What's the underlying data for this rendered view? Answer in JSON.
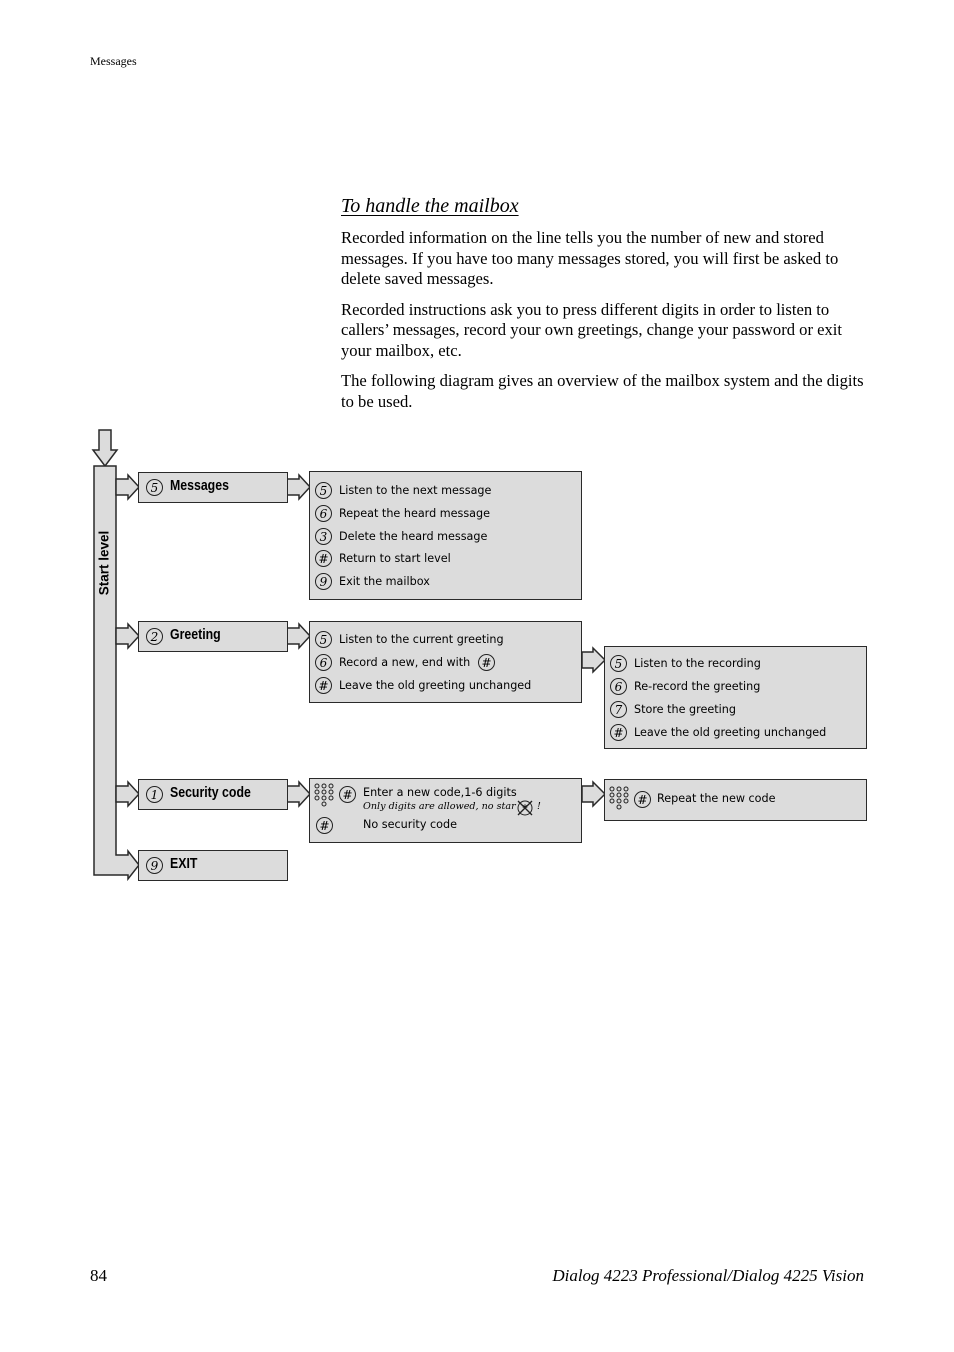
{
  "header": {
    "section": "Messages"
  },
  "section_title": "To handle the mailbox",
  "paragraphs": [
    "Recorded information on the line tells you the number of new and stored messages. If you have too many messages stored, you will first be asked to delete saved messages.",
    "Recorded instructions ask you to press different digits in order to listen to callers’ messages, record your own greetings, change your password or exit your mailbox, etc.",
    "The following diagram gives an overview of the mailbox system and the digits to be used."
  ],
  "diagram": {
    "start_label": "Start level",
    "menus": [
      {
        "key": "5",
        "label": "Messages"
      },
      {
        "key": "2",
        "label": "Greeting"
      },
      {
        "key": "1",
        "label": "Security code"
      },
      {
        "key": "9",
        "label": "EXIT"
      }
    ],
    "messages_options": [
      {
        "key": "5",
        "text": "Listen to the next message"
      },
      {
        "key": "6",
        "text": "Repeat the heard message"
      },
      {
        "key": "3",
        "text": "Delete the heard message"
      },
      {
        "key": "#",
        "text": "Return to start level"
      },
      {
        "key": "9",
        "text": "Exit the mailbox"
      }
    ],
    "greeting_options": [
      {
        "key": "5",
        "text": "Listen to the current greeting"
      },
      {
        "key": "6",
        "text": "Record a new, end with"
      },
      {
        "key": "#",
        "text": "Leave the old greeting unchanged"
      }
    ],
    "greeting_end_key": "#",
    "recording_options": [
      {
        "key": "5",
        "text": "Listen to the recording"
      },
      {
        "key": "6",
        "text": "Re-record the greeting"
      },
      {
        "key": "7",
        "text": "Store the greeting"
      },
      {
        "key": "#",
        "text": "Leave the old greeting unchanged"
      }
    ],
    "security_options": {
      "enter_key": "#",
      "enter_text": "Enter a new code,1-6 digits",
      "note": "Only digits are allowed, no star",
      "note_end": "!",
      "no_code_key": "#",
      "no_code_text": "No security code"
    },
    "repeat_code": {
      "key": "#",
      "text": "Repeat the new code"
    }
  },
  "footer": {
    "page_number": "84",
    "doc_title": "Dialog 4223 Professional/Dialog 4225 Vision"
  }
}
